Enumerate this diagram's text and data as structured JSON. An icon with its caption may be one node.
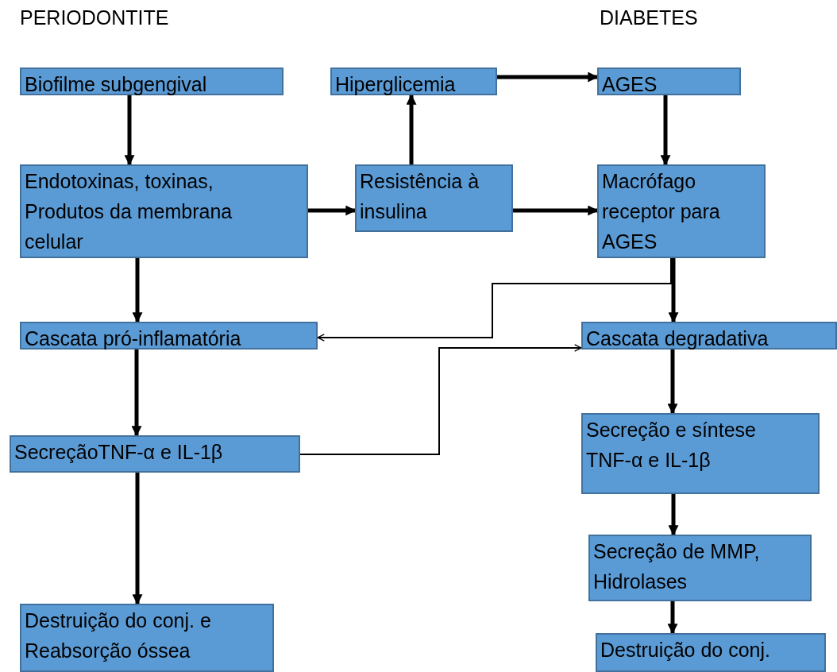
{
  "diagram": {
    "nodes": [
      {
        "text": [
          "Biofilme subgengival"
        ]
      },
      {
        "text": [
          "Hiperglicemia"
        ]
      },
      {
        "text": [
          "AGES"
        ]
      },
      {
        "text": [
          "Endotoxinas, toxinas, Produtos da membrana celular"
        ]
      },
      {
        "text": [
          "Resistência à insulina"
        ]
      },
      {
        "text": [
          "Macrófago receptor para AGES"
        ]
      },
      {
        "text": [
          "Cascata pró-inflamatória"
        ]
      },
      {
        "text": [
          "Cascata degradativa"
        ]
      },
      {
        "text": [
          "SecreçãoTNF-α e IL-1β"
        ]
      },
      {
        "text": [
          "Secreção e síntese TNF-α e IL-1β"
        ]
      },
      {
        "text": [
          "Secreção de MMP, Hidrolases"
        ]
      },
      {
        "text": [
          "Destruição do conj. e Reabsorção óssea"
        ]
      },
      {
        "text": [
          "Destruição do conj."
        ]
      }
    ],
    "edges": [
      {
        "from": 0,
        "to": 3,
        "arrow": "to"
      },
      {
        "from": 1,
        "to": 2,
        "arrow": "to"
      },
      {
        "from": 4,
        "to": 1,
        "arrow": "to"
      },
      {
        "from": 3,
        "to": 4,
        "arrow": "to"
      },
      {
        "from": 4,
        "to": 5,
        "arrow": "to"
      },
      {
        "from": 2,
        "to": 5,
        "arrow": "to"
      },
      {
        "from": 3,
        "to": 6,
        "arrow": "to"
      },
      {
        "from": 5,
        "to": 7,
        "arrow": "to"
      },
      {
        "from": 5,
        "to": 6,
        "arrow": "to"
      },
      {
        "from": 8,
        "to": 7,
        "arrow": "to"
      },
      {
        "from": 6,
        "to": 8,
        "arrow": "to"
      },
      {
        "from": 7,
        "to": 9,
        "arrow": "to"
      },
      {
        "from": 9,
        "to": 10,
        "arrow": "to"
      },
      {
        "from": 10,
        "to": 12,
        "arrow": "to"
      },
      {
        "from": 8,
        "to": 11,
        "arrow": "to"
      }
    ],
    "labels": [
      "PERIODONTITE",
      "DIABETES"
    ]
  }
}
